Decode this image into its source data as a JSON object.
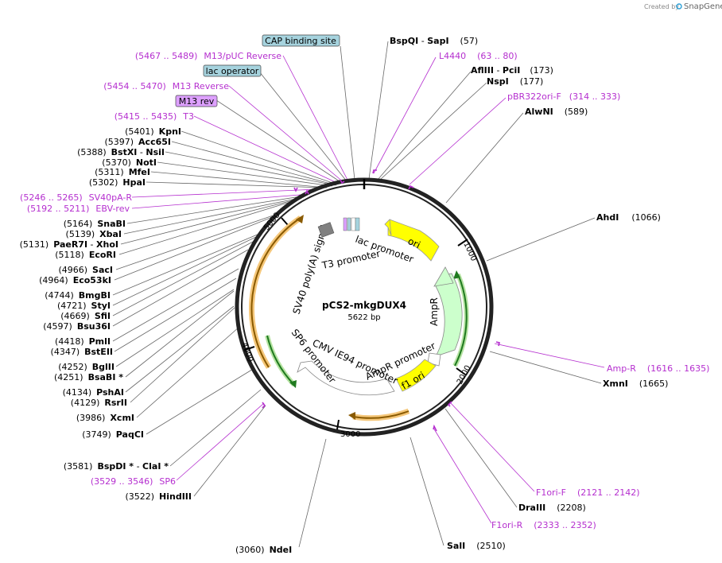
{
  "watermark": {
    "text": "Created by",
    "brand": "SnapGene"
  },
  "plasmid": {
    "name": "pCS2-mkgDUX4",
    "length": "5622 bp"
  },
  "colors": {
    "primer": "#b52fcf",
    "ori": "#ffff00",
    "f1ori": "#ffff00",
    "ampr": "#ccffcc",
    "promoter": "#ffffff",
    "misc": "#808080",
    "protein_bind": "#a6d3de",
    "regulatory": "#dda0ff",
    "orf_orange": "#f5a623",
    "orf_green": "#33aa33"
  },
  "ticks": [
    "1000",
    "2000",
    "3000",
    "4000",
    "5000"
  ],
  "features": {
    "ori": "ori",
    "ampr": "AmpR",
    "f1ori": "f1 ori",
    "ampr_promoter": "AmpR promoter",
    "cmv": "CMV IE94 promoter",
    "sp6": "SP6 promoter",
    "sv40": "SV40 poly(A) signal",
    "t3": "T3 promoter",
    "lac": "lac promoter"
  },
  "boxes": {
    "cap": "CAP binding site",
    "lacop": "lac operator",
    "m13rev": "M13 rev"
  },
  "right_labels": [
    {
      "name": "BspQI",
      "sep": " - ",
      "name2": "SapI",
      "pos": "(57)"
    },
    {
      "range": "(63 .. 80)",
      "pname": "L4440"
    },
    {
      "name": "AflIII",
      "sep": " - ",
      "name2": "PciI",
      "pos": "(173)"
    },
    {
      "name": "NspI",
      "pos": "(177)"
    },
    {
      "range": "(314 .. 333)",
      "pname": "pBR322ori-F"
    },
    {
      "name": "AlwNI",
      "pos": "(589)"
    },
    {
      "name": "AhdI",
      "pos": "(1066)"
    },
    {
      "range": "(1616 .. 1635)",
      "pname": "Amp-R"
    },
    {
      "name": "XmnI",
      "pos": "(1665)"
    },
    {
      "range": "(2121 .. 2142)",
      "pname": "F1ori-F"
    },
    {
      "name": "DraIII",
      "pos": "(2208)"
    },
    {
      "range": "(2333 .. 2352)",
      "pname": "F1ori-R"
    },
    {
      "name": "SalI",
      "pos": "(2510)"
    },
    {
      "name": "NdeI",
      "pos": "(3060)"
    }
  ],
  "left_labels": [
    {
      "range": "(5467 .. 5489)",
      "pname": "M13/pUC Reverse"
    },
    {
      "range": "(5454 .. 5470)",
      "pname": "M13 Reverse"
    },
    {
      "range": "(5415 .. 5435)",
      "pname": "T3"
    },
    {
      "pos": "(5401)",
      "name": "KpnI"
    },
    {
      "pos": "(5397)",
      "name": "Acc65I"
    },
    {
      "pos": "(5388)",
      "name": "BstXI",
      "sep": " - ",
      "name2": "NsiI"
    },
    {
      "pos": "(5370)",
      "name": "NotI"
    },
    {
      "pos": "(5311)",
      "name": "MfeI"
    },
    {
      "pos": "(5302)",
      "name": "HpaI"
    },
    {
      "range": "(5246 .. 5265)",
      "pname": "SV40pA-R"
    },
    {
      "range": "(5192 .. 5211)",
      "pname": "EBV-rev"
    },
    {
      "pos": "(5164)",
      "name": "SnaBI"
    },
    {
      "pos": "(5139)",
      "name": "XbaI"
    },
    {
      "pos": "(5131)",
      "name": "PaeR7I",
      "sep": " - ",
      "name2": "XhoI"
    },
    {
      "pos": "(5118)",
      "name": "EcoRI"
    },
    {
      "pos": "(4966)",
      "name": "SacI"
    },
    {
      "pos": "(4964)",
      "name": "Eco53kI"
    },
    {
      "pos": "(4744)",
      "name": "BmgBI"
    },
    {
      "pos": "(4721)",
      "name": "StyI"
    },
    {
      "pos": "(4669)",
      "name": "SfiI"
    },
    {
      "pos": "(4597)",
      "name": "Bsu36I"
    },
    {
      "pos": "(4418)",
      "name": "PmlI"
    },
    {
      "pos": "(4347)",
      "name": "BstEII"
    },
    {
      "pos": "(4252)",
      "name": "BglII"
    },
    {
      "pos": "(4251)",
      "name": "BsaBI *"
    },
    {
      "pos": "(4134)",
      "name": "PshAI"
    },
    {
      "pos": "(4129)",
      "name": "RsrII"
    },
    {
      "pos": "(3986)",
      "name": "XcmI"
    },
    {
      "pos": "(3749)",
      "name": "PaqCI"
    },
    {
      "pos": "(3581)",
      "name": "BspDI *",
      "sep": " - ",
      "name2": "ClaI *"
    },
    {
      "range": "(3529 .. 3546)",
      "pname": "SP6"
    },
    {
      "pos": "(3522)",
      "name": "HindIII"
    }
  ]
}
